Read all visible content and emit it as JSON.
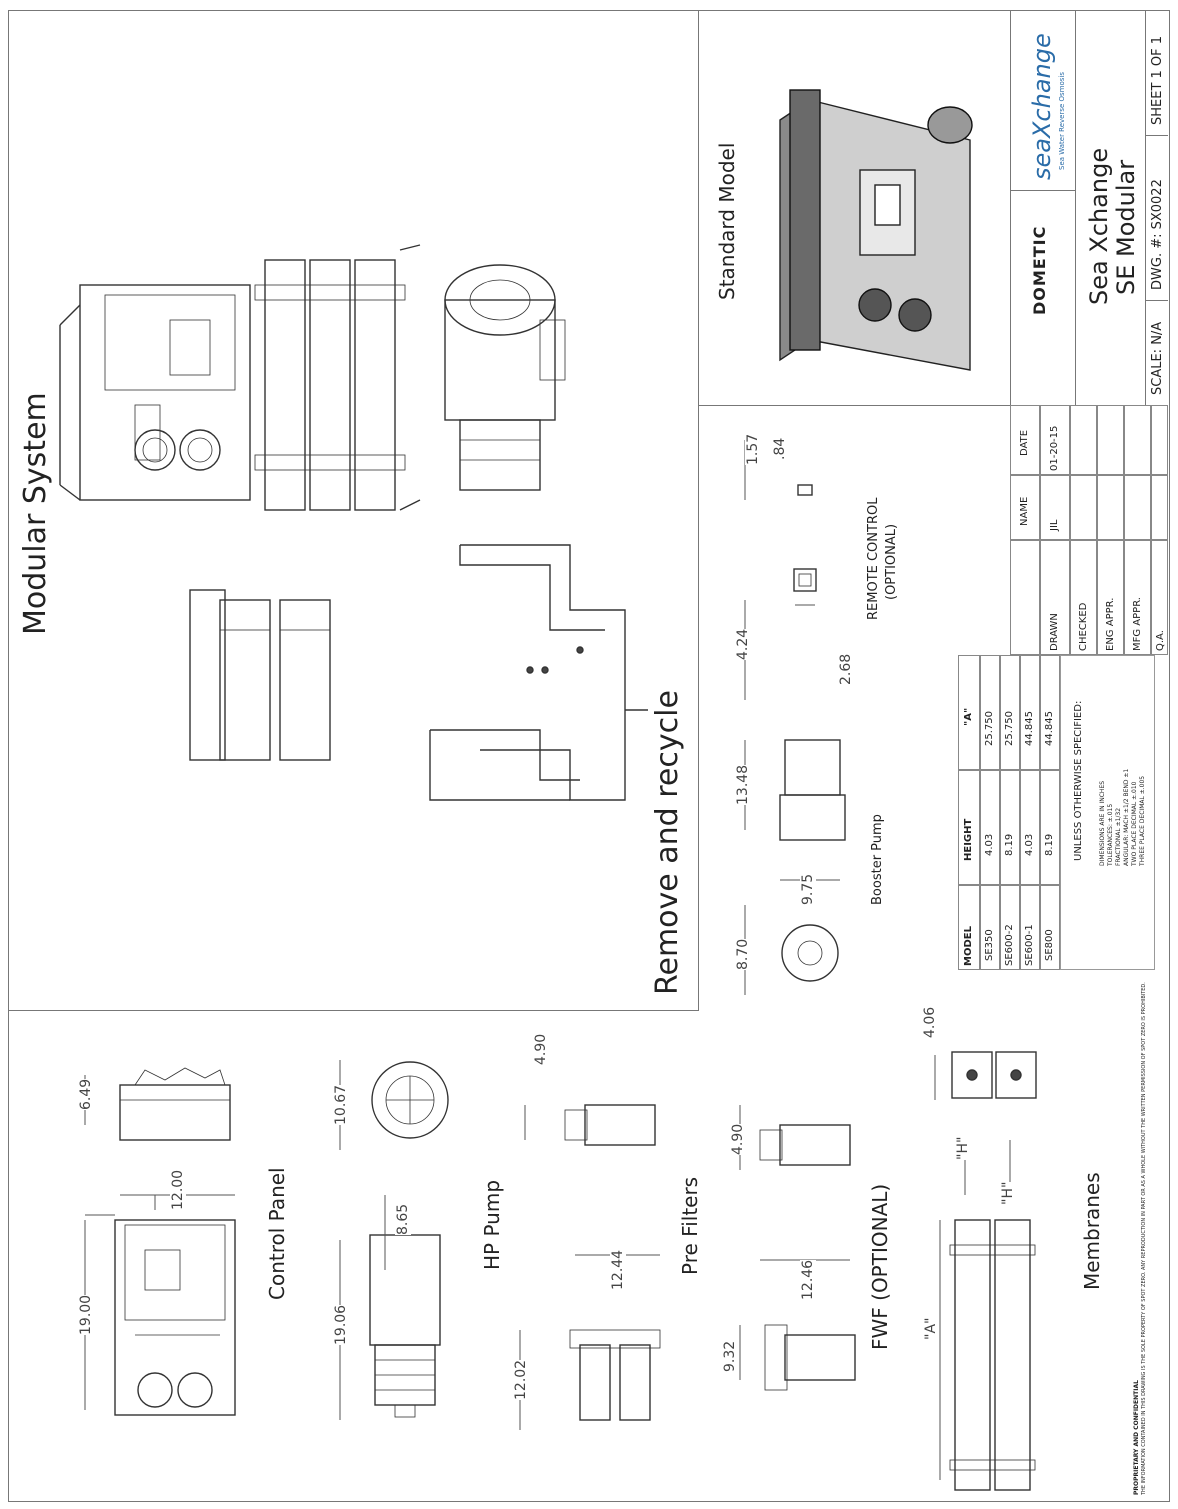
{
  "drawing": {
    "title_modular": "Modular System",
    "title_standard": "Standard Model",
    "remove_recycle": "Remove and recycle",
    "components": {
      "control_panel": {
        "label": "Control Panel",
        "dims": [
          "19.00",
          "12.00",
          "6.49"
        ]
      },
      "hp_pump": {
        "label": "HP Pump",
        "dims": [
          "19.06",
          "8.65",
          "10.67"
        ]
      },
      "pre_filters": {
        "label": "Pre Filters",
        "dims": [
          "12.02",
          "12.44",
          "4.90"
        ]
      },
      "fwf": {
        "label": "FWF (OPTIONAL)",
        "dims": [
          "9.32",
          "12.46",
          "4.90"
        ]
      },
      "membranes": {
        "label": "Membranes",
        "dims": [
          "\"A\"",
          "\"H\"",
          "\"H\"",
          "4.06"
        ]
      },
      "booster_pump": {
        "label": "Booster Pump",
        "dims": [
          "8.70",
          "9.75",
          "13.48"
        ]
      },
      "remote_control": {
        "label": "REMOTE CONTROL",
        "label2": "(OPTIONAL)",
        "dims": [
          "4.24",
          "2.68",
          "1.57",
          ".84"
        ]
      }
    }
  },
  "model_table": {
    "headers": [
      "MODEL",
      "HEIGHT",
      "\"A\""
    ],
    "rows": [
      [
        "SE350",
        "4.03",
        "25.750"
      ],
      [
        "SE600-2",
        "8.19",
        "25.750"
      ],
      [
        "SE600-1",
        "4.03",
        "44.845"
      ],
      [
        "SE800",
        "8.19",
        "44.845"
      ]
    ]
  },
  "tolerance_block": {
    "heading": "UNLESS OTHERWISE SPECIFIED:",
    "lines": [
      "DIMENSIONS ARE IN INCHES",
      "TOLERANCES: ±.015",
      "FRACTIONAL ±1/32",
      "ANGULAR: MACH ±1/2  BEND ±1",
      "TWO PLACE DECIMAL    ±.010",
      "THREE PLACE DECIMAL  ±.005"
    ]
  },
  "approvals": {
    "col_name": "NAME",
    "col_date": "DATE",
    "rows": [
      {
        "label": "DRAWN",
        "name": "JIL",
        "date": "01-20-15"
      },
      {
        "label": "CHECKED",
        "name": "",
        "date": ""
      },
      {
        "label": "ENG APPR.",
        "name": "",
        "date": ""
      },
      {
        "label": "MFG APPR.",
        "name": "",
        "date": ""
      },
      {
        "label": "Q.A.",
        "name": "",
        "date": ""
      }
    ]
  },
  "title_block": {
    "brand_left": "DOMETIC",
    "brand_right": "seaXchange",
    "brand_tagline": "Sea Water Reverse Osmosis",
    "product_line1": "Sea Xchange",
    "product_line2": "SE Modular",
    "scale": "SCALE: N/A",
    "dwg": "DWG. #: SX0022",
    "sheet": "SHEET 1 OF 1"
  },
  "proprietary": {
    "heading": "PROPRIETARY AND CONFIDENTIAL",
    "text": "THE INFORMATION CONTAINED IN THIS DRAWING IS THE SOLE PROPERTY OF SPOT ZERO. ANY REPRODUCTION IN PART OR AS A WHOLE WITHOUT THE WRITTEN PERMISSION OF SPOT ZERO IS PROHIBITED."
  }
}
